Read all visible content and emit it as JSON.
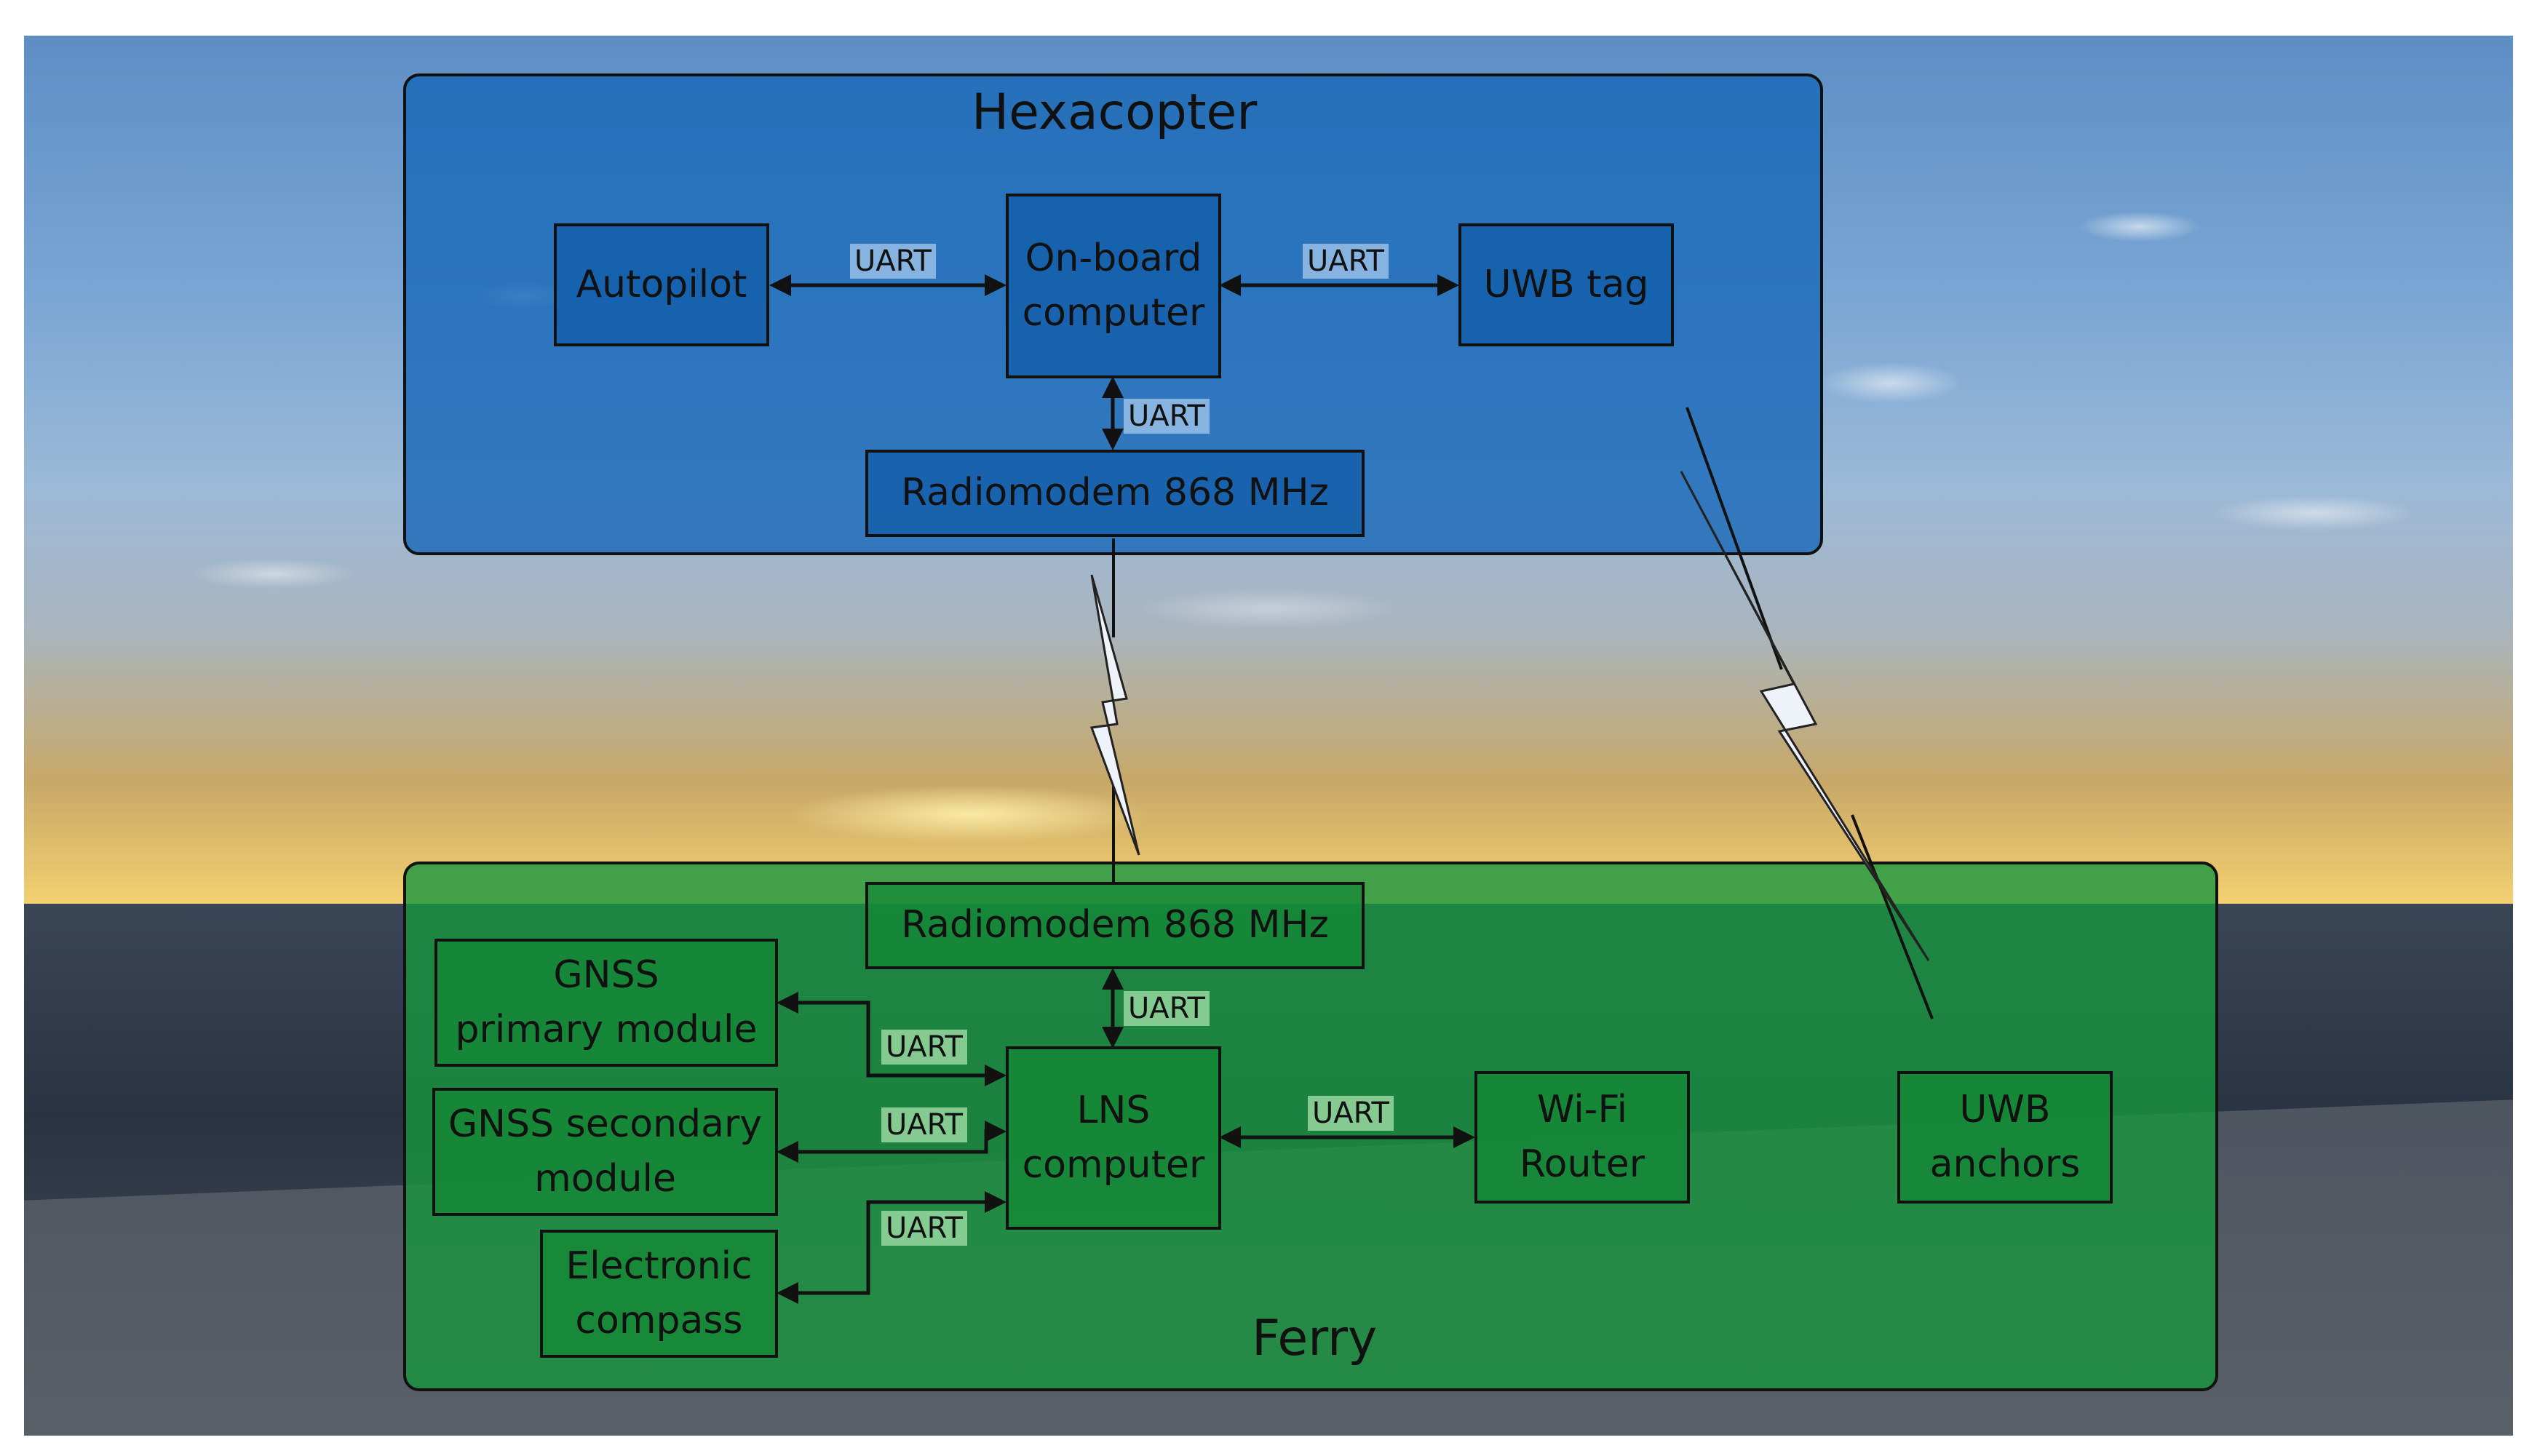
{
  "hexacopter": {
    "title": "Hexacopter",
    "autopilot": "Autopilot",
    "onboard_computer": "On-board\ncomputer",
    "uwb_tag": "UWB tag",
    "radiomodem": "Radiomodem 868 MHz"
  },
  "ferry": {
    "title": "Ferry",
    "radiomodem": "Radiomodem 868 MHz",
    "gnss_primary": "GNSS\nprimary module",
    "gnss_secondary": "GNSS secondary\nmodule",
    "compass": "Electronic\ncompass",
    "lns_computer": "LNS\ncomputer",
    "wifi_router": "Wi-Fi\nRouter",
    "uwb_anchors": "UWB\nanchors"
  },
  "links": {
    "uart": "UART"
  }
}
